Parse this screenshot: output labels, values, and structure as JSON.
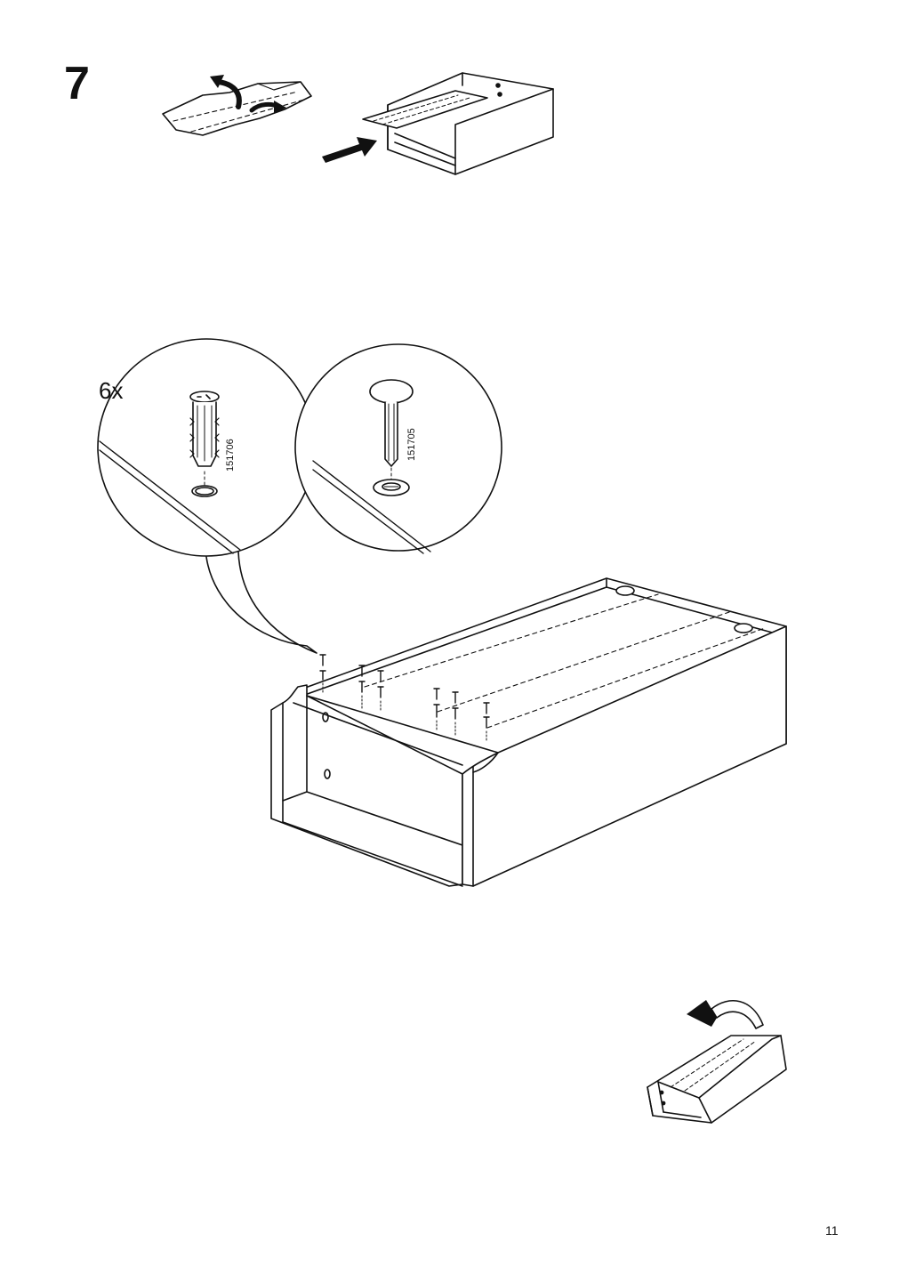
{
  "step": {
    "number": "7"
  },
  "parts": [
    {
      "quantity": "6x",
      "part_number": "151706"
    },
    {
      "part_number": "151705"
    }
  ],
  "page": {
    "number": "11"
  }
}
